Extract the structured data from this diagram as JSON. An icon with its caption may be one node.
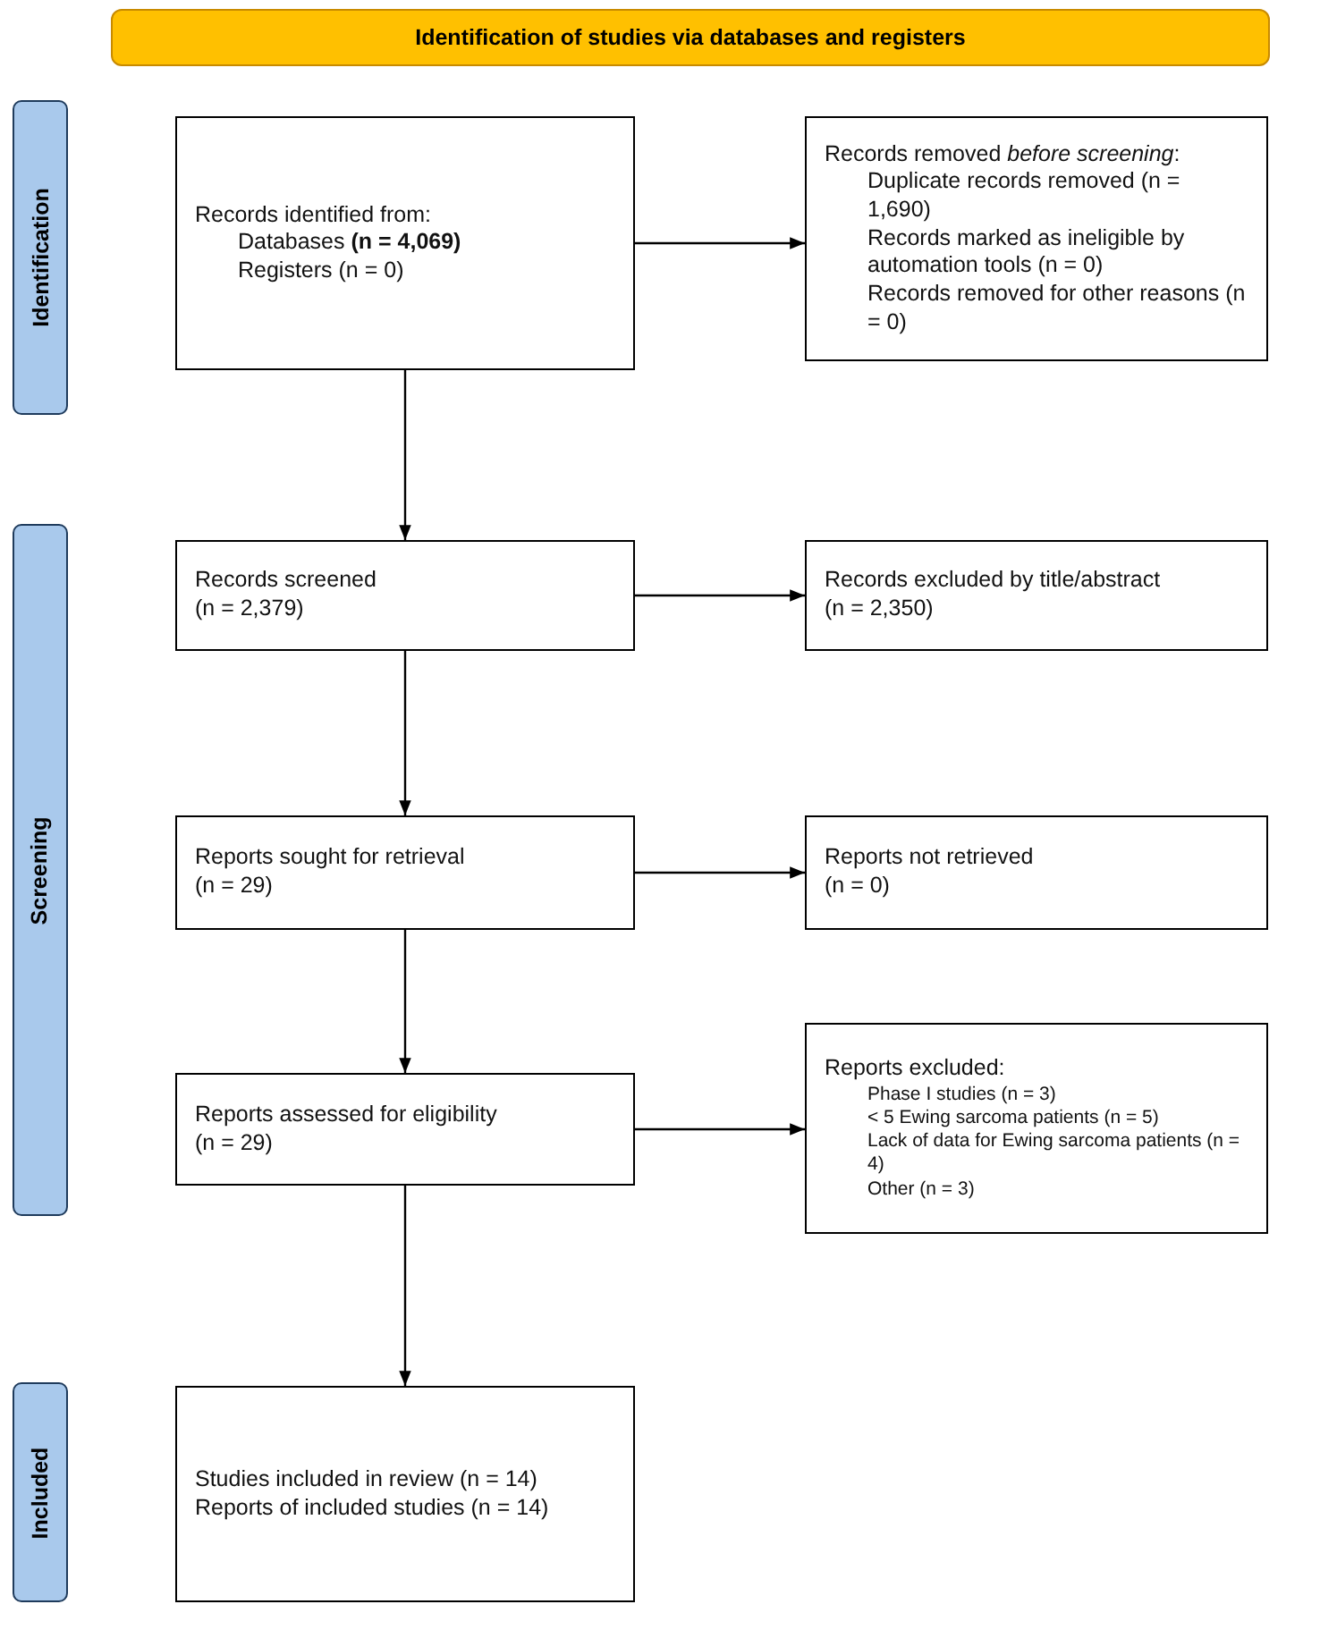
{
  "diagram": {
    "nodes": [
      {
        "text": [
          "Identification of studies via databases and registers"
        ]
      },
      {
        "text": [
          "Identification"
        ]
      },
      {
        "text": [
          "Records identified from:",
          "Databases **(n = 4,069)**",
          "Registers (n = 0)"
        ]
      },
      {
        "text": [
          "Records removed *before screening*:",
          "Duplicate records removed (n = 1,690)",
          "Records marked as ineligible by automation tools (n = 0)",
          "Records removed for other reasons (n = 0)"
        ]
      },
      {
        "text": [
          "Screening"
        ]
      },
      {
        "text": [
          "Records screened",
          "(n = 2,379)"
        ]
      },
      {
        "text": [
          "Records excluded by title/abstract",
          "(n = 2,350)"
        ]
      },
      {
        "text": [
          "Reports sought for retrieval",
          "(n = 29)"
        ]
      },
      {
        "text": [
          "Reports not retrieved",
          "(n = 0)"
        ]
      },
      {
        "text": [
          "Reports assessed for eligibility",
          "(n = 29)"
        ]
      },
      {
        "text": [
          "Reports excluded:",
          "Phase I studies (n = 3)",
          "< 5 Ewing sarcoma patients (n = 5)",
          "Lack of data for Ewing sarcoma patients (n = 4)",
          "Other (n = 3)"
        ]
      },
      {
        "text": [
          "Included"
        ]
      },
      {
        "text": [
          "Studies included in review (n = 14)",
          "Reports of included studies (n = 14)"
        ]
      }
    ],
    "edges": [
      {
        "from": 2,
        "to": 3,
        "arrow": "to"
      },
      {
        "from": 2,
        "to": 5,
        "arrow": "to"
      },
      {
        "from": 5,
        "to": 6,
        "arrow": "to"
      },
      {
        "from": 5,
        "to": 7,
        "arrow": "to"
      },
      {
        "from": 7,
        "to": 8,
        "arrow": "to"
      },
      {
        "from": 7,
        "to": 9,
        "arrow": "to"
      },
      {
        "from": 9,
        "to": 10,
        "arrow": "to"
      },
      {
        "from": 9,
        "to": 12,
        "arrow": "to"
      }
    ]
  }
}
